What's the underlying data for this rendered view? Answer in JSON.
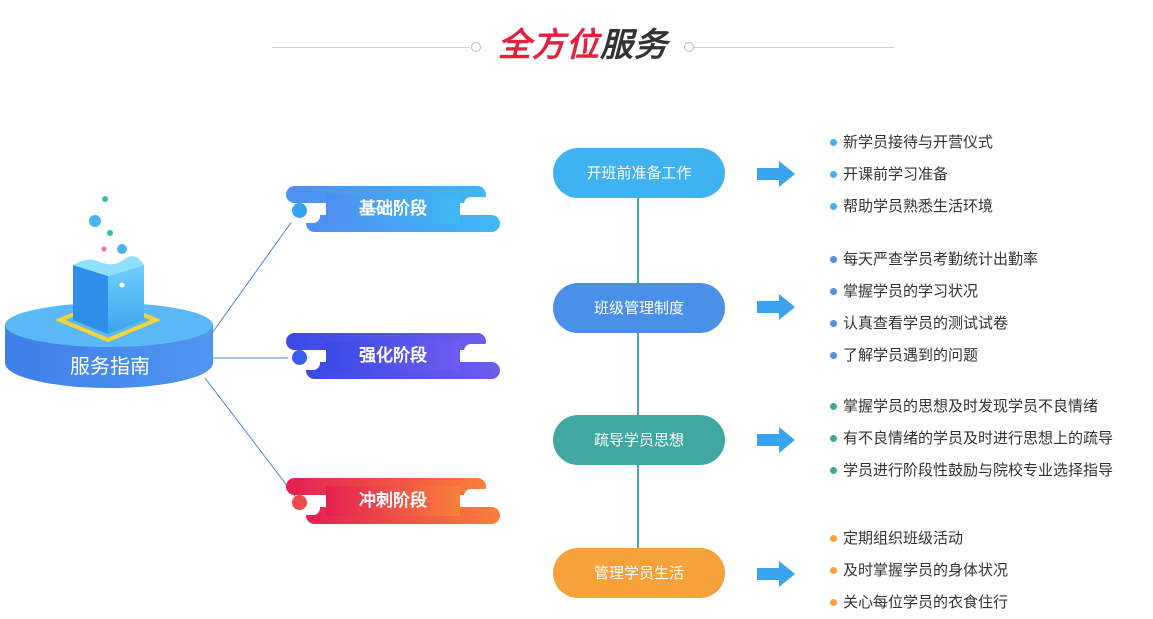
{
  "title": {
    "part1": "全方位",
    "part2": "服务"
  },
  "hub": {
    "label": "服务指南"
  },
  "stages": [
    {
      "label": "基础阶段",
      "color_start": "#4f8ef0",
      "color_end": "#3fb8f5",
      "dot_color": "#36a5f0"
    },
    {
      "label": "强化阶段",
      "color_start": "#3b49e6",
      "color_end": "#6d5cf0",
      "dot_color": "#3a5df0"
    },
    {
      "label": "冲刺阶段",
      "color_start": "#e41f52",
      "color_end": "#f9813a",
      "dot_color": "#ee4a4a"
    }
  ],
  "services": [
    {
      "label": "开班前准备工作",
      "color": "#3fb2f2",
      "items": [
        "新学员接待与开营仪式",
        "开课前学习准备",
        "帮助学员熟悉生活环境"
      ]
    },
    {
      "label": "班级管理制度",
      "color": "#4a90e8",
      "items": [
        "每天严查学员考勤统计出勤率",
        "掌握学员的学习状况",
        "认真查看学员的测试试卷",
        "了解学员遇到的问题"
      ]
    },
    {
      "label": "疏导学员思想",
      "color": "#40a89f",
      "items": [
        "掌握学员的思想及时发现学员不良情绪",
        "有不良情绪的学员及时进行思想上的疏导",
        "学员进行阶段性鼓励与院校专业选择指导"
      ]
    },
    {
      "label": "管理学员生活",
      "color": "#f7a13a",
      "items": [
        "定期组织班级活动",
        "及时掌握学员的身体状况",
        "关心每位学员的衣食住行"
      ]
    }
  ],
  "colors": {
    "title_red": "#e5203d",
    "title_dark": "#333333",
    "arrow": "#3aa3f0",
    "vertical_line": "#4aa6a0"
  }
}
